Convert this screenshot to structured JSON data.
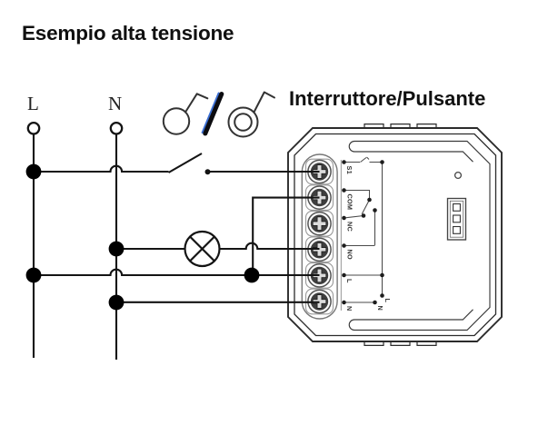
{
  "title": "Esempio alta tensione",
  "supply": {
    "line_label": "L",
    "neutral_label": "N"
  },
  "device": {
    "label": "Interruttore/Pulsante",
    "terminals": [
      "S1",
      "COM",
      "NC",
      "NO",
      "L",
      "N"
    ],
    "internal_labels": {
      "line": "L",
      "neutral": "N"
    }
  },
  "icons": {
    "switch_icon": "wall-switch-icon",
    "separator_glyph": "/",
    "pushbutton_icon": "push-button-icon",
    "lamp_icon": "lamp-icon",
    "screw_icon": "phillips-screw-terminal-icon"
  },
  "colors": {
    "wire": "#141414",
    "device_outline": "#2b2b2b",
    "internal_schematic": "#4a4a4a",
    "slash_accent": "#3b6fd4",
    "background": "#ffffff"
  }
}
